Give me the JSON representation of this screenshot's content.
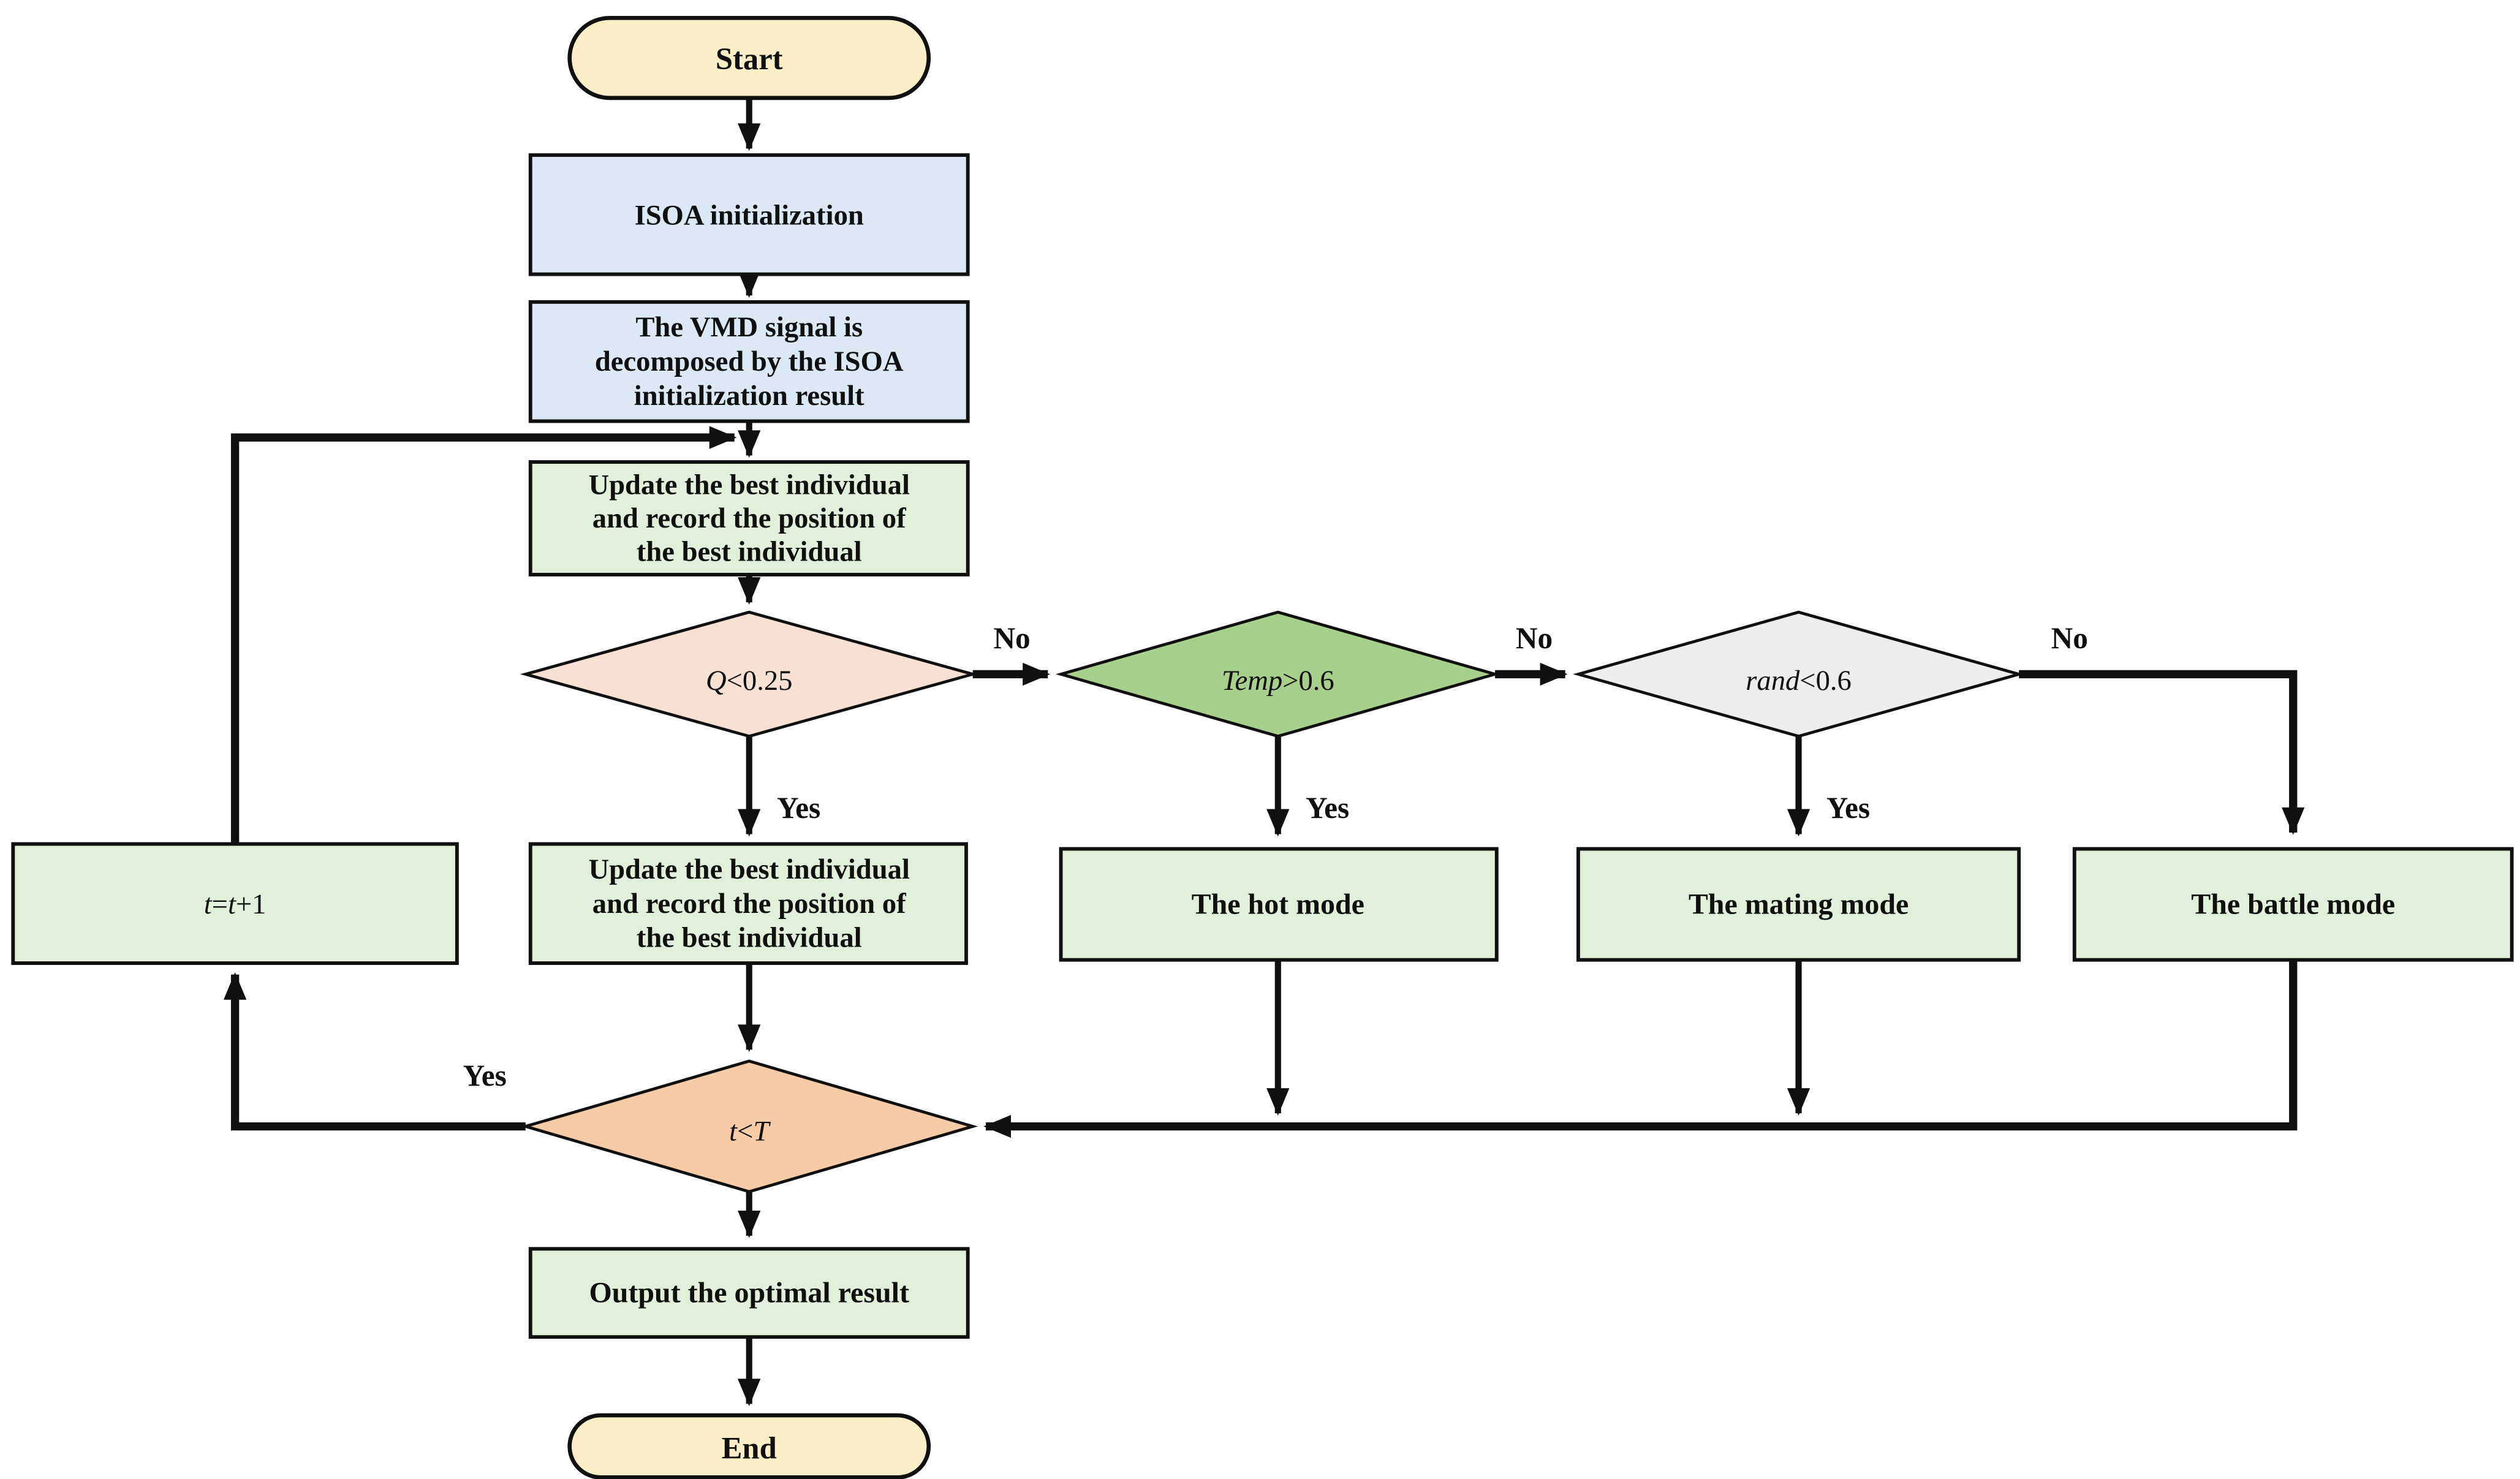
{
  "colors": {
    "terminal_fill": "#fceec6",
    "process_blue": "#dce9f5",
    "process_green": "#e2efda",
    "decision_peach": "#f8e1d2",
    "decision_green": "#a8d08d",
    "decision_gray": "#ededed",
    "decision_orange": "#f6cba6",
    "stroke": "#101010"
  },
  "nodes": {
    "start": {
      "type": "terminal",
      "label": "Start",
      "fill": "#fceec6"
    },
    "isoa": {
      "type": "process",
      "label": "ISOA initialization",
      "fill": "#dce9f5"
    },
    "vmd": {
      "type": "process",
      "lines": [
        "The VMD signal is",
        "decomposed by the ISOA",
        "initialization result"
      ],
      "fill": "#dce9f5"
    },
    "update1": {
      "type": "process",
      "lines": [
        "Update the best individual",
        "and record the position of",
        "the best individual"
      ],
      "fill": "#e2efda"
    },
    "q": {
      "type": "decision",
      "parts": [
        {
          "t": "Q"
        },
        {
          "t": "<0.25"
        }
      ],
      "fill": "#f8e1d2"
    },
    "temp": {
      "type": "decision",
      "parts": [
        {
          "t": "Temp"
        },
        {
          "t": ">0.6"
        }
      ],
      "fill": "#a8d08d"
    },
    "rand": {
      "type": "decision",
      "parts": [
        {
          "t": "rand"
        },
        {
          "t": "<0.6"
        }
      ],
      "fill": "#ededed"
    },
    "update2": {
      "type": "process",
      "lines": [
        "Update the best individual",
        "and record the position of",
        "the best individual"
      ],
      "fill": "#e2efda"
    },
    "hot": {
      "type": "process",
      "label": "The hot mode",
      "fill": "#e2efda"
    },
    "mating": {
      "type": "process",
      "label": "The mating mode",
      "fill": "#e2efda"
    },
    "battle": {
      "type": "process",
      "label": "The battle mode",
      "fill": "#e2efda"
    },
    "t_inc": {
      "type": "process",
      "parts": [
        {
          "t": "t"
        },
        {
          "t": "="
        },
        {
          "t": "t"
        },
        {
          "t": "+1"
        }
      ],
      "fill": "#e2efda"
    },
    "t_lt_T": {
      "type": "decision",
      "parts": [
        {
          "t": "t"
        },
        {
          "t": "<"
        },
        {
          "t": "T"
        }
      ],
      "fill": "#f6cba6"
    },
    "output": {
      "type": "process",
      "label": "Output the optimal result",
      "fill": "#e2efda"
    },
    "end": {
      "type": "terminal",
      "label": "End",
      "fill": "#fceec6"
    }
  },
  "edges": [
    {
      "from": "start",
      "to": "isoa",
      "label": ""
    },
    {
      "from": "isoa",
      "to": "vmd",
      "label": ""
    },
    {
      "from": "vmd",
      "to": "update1",
      "label": ""
    },
    {
      "from": "update1",
      "to": "q",
      "label": ""
    },
    {
      "from": "q",
      "to": "temp",
      "label": "No"
    },
    {
      "from": "temp",
      "to": "rand",
      "label": "No"
    },
    {
      "from": "rand",
      "to": "battle",
      "label": "No"
    },
    {
      "from": "q",
      "to": "update2",
      "label": "Yes"
    },
    {
      "from": "temp",
      "to": "hot",
      "label": "Yes"
    },
    {
      "from": "rand",
      "to": "mating",
      "label": "Yes"
    },
    {
      "from": "update2",
      "to": "t_lt_T",
      "label": ""
    },
    {
      "from": "hot",
      "to": "t_lt_T",
      "label": ""
    },
    {
      "from": "mating",
      "to": "t_lt_T",
      "label": ""
    },
    {
      "from": "battle",
      "to": "t_lt_T",
      "label": ""
    },
    {
      "from": "t_lt_T",
      "to": "t_inc",
      "label": "Yes"
    },
    {
      "from": "t_inc",
      "to": "update1",
      "label": ""
    },
    {
      "from": "t_lt_T",
      "to": "output",
      "label": ""
    },
    {
      "from": "output",
      "to": "end",
      "label": ""
    }
  ]
}
